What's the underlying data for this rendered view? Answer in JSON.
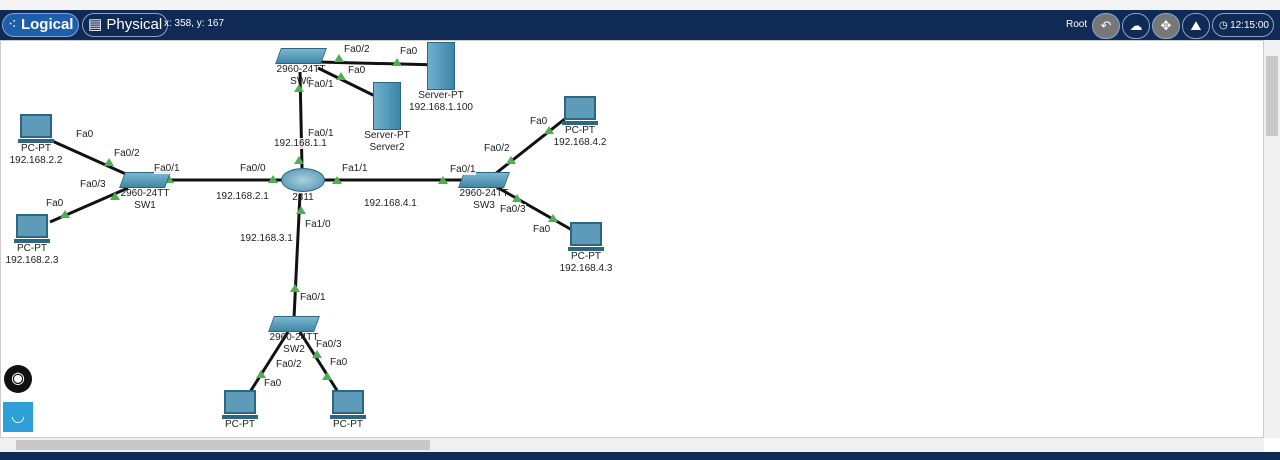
{
  "toolbar": {
    "logical": "Logical",
    "physical": "Physical",
    "coords": "x: 358, y: 167",
    "root": "Root",
    "time": "12:15:00"
  },
  "icons": {
    "back": "↶",
    "cloud": "☁",
    "move": "✥",
    "image": "⛰",
    "clock": "◷",
    "logical": "⁖",
    "physical": "▤"
  },
  "devices": {
    "router": {
      "model": "2811"
    },
    "sw0": {
      "model": "2960-24TT",
      "name": "SW0"
    },
    "sw1": {
      "model": "2960-24TT",
      "name": "SW1"
    },
    "sw2": {
      "model": "2960-24TT",
      "name": "SW2"
    },
    "sw3": {
      "model": "2960-24TT",
      "name": "SW3"
    },
    "server1": {
      "type": "Server-PT",
      "ip": "192.168.1.100"
    },
    "server2": {
      "type": "Server-PT",
      "name": "Server2"
    },
    "pc22": {
      "type": "PC-PT",
      "ip": "192.168.2.2"
    },
    "pc23": {
      "type": "PC-PT",
      "ip": "192.168.2.3"
    },
    "pc42": {
      "type": "PC-PT",
      "ip": "192.168.4.2"
    },
    "pc43": {
      "type": "PC-PT",
      "ip": "192.168.4.3"
    },
    "pcb1": {
      "type": "PC-PT"
    },
    "pcb2": {
      "type": "PC-PT"
    }
  },
  "ports": [
    "Fa0/2",
    "Fa0",
    "Fa0",
    "Fa0/1",
    "Fa0/1",
    "Fa0",
    "Fa0/2",
    "Fa0/1",
    "Fa0/3",
    "Fa0",
    "Fa0/0",
    "Fa1/1",
    "Fa0/1",
    "Fa0/2",
    "Fa0",
    "Fa0/3",
    "Fa0",
    "Fa1/0",
    "Fa0/1",
    "Fa0/3",
    "Fa0/2",
    "Fa0",
    "Fa0"
  ],
  "ips": {
    "r_fa01": "192.168.1.1",
    "r_fa00": "192.168.2.1",
    "r_fa11": "192.168.4.1",
    "r_fa10": "192.168.3.1"
  }
}
